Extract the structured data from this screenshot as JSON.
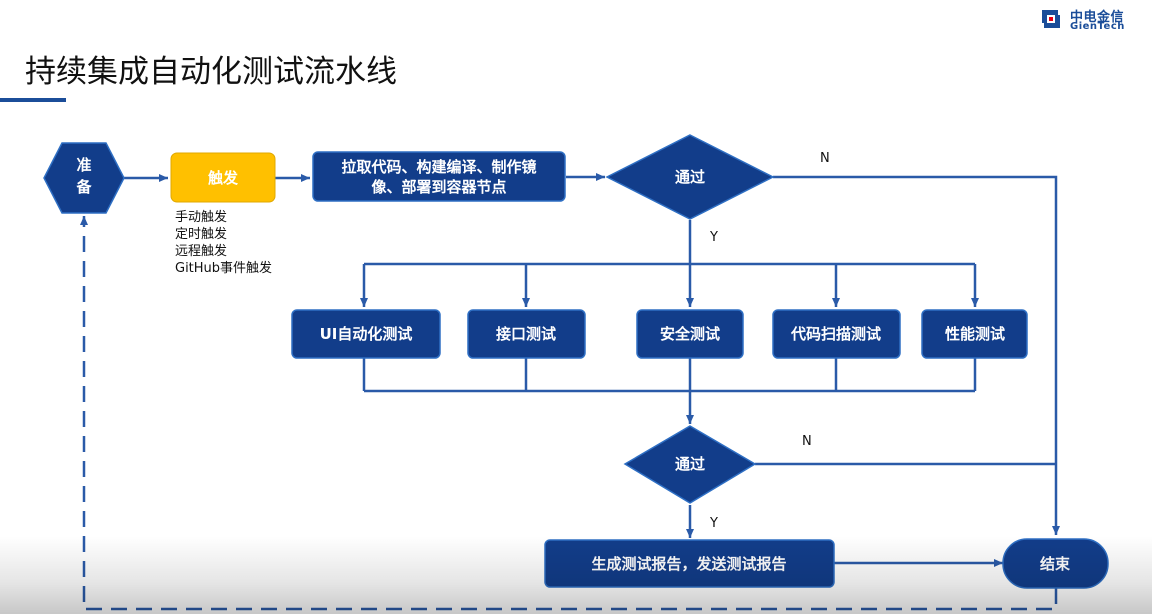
{
  "title": "持续集成自动化测试流水线",
  "logo": {
    "cn": "中电金信",
    "en": "GienTech"
  },
  "nodes": {
    "prepare": {
      "line1": "准",
      "line2": "备"
    },
    "trigger": "触发",
    "build": {
      "line1": "拉取代码、构建编译、制作镜",
      "line2": "像、部署到容器节点"
    },
    "decision1": "通过",
    "tests": [
      "UI自动化测试",
      "接口测试",
      "安全测试",
      "代码扫描测试",
      "性能测试"
    ],
    "decision2": "通过",
    "report": "生成测试报告，发送测试报告",
    "end": "结束"
  },
  "trigger_types": [
    "手动触发",
    "定时触发",
    "远程触发",
    "GitHub事件触发"
  ],
  "edge_labels": {
    "d1_no": "N",
    "d1_yes": "Y",
    "d2_no": "N",
    "d2_yes": "Y"
  },
  "colors": {
    "node_fill": "#123d8a",
    "node_stroke": "#2e6fc4",
    "trigger_fill": "#ffc000",
    "line": "#2a5aa8",
    "accent": "#1b4d99"
  }
}
